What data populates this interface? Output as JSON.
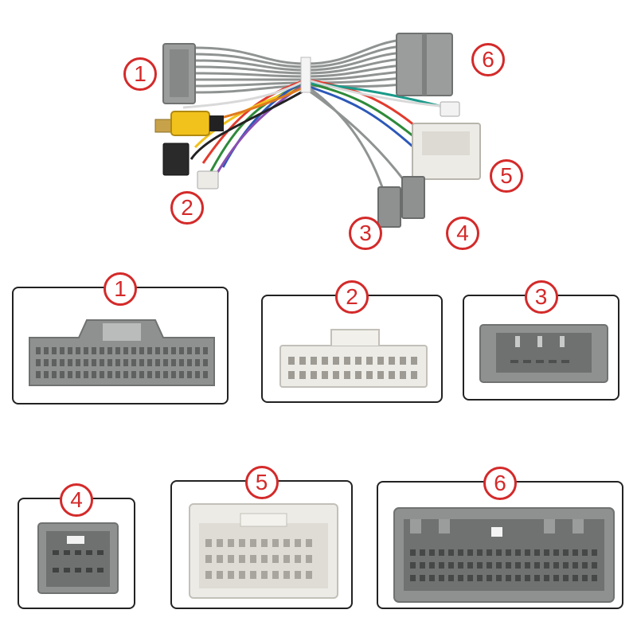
{
  "harness": {
    "connectors": [
      {
        "id": "1",
        "label": "1"
      },
      {
        "id": "2",
        "label": "2"
      },
      {
        "id": "3",
        "label": "3"
      },
      {
        "id": "4",
        "label": "4"
      },
      {
        "id": "5",
        "label": "5"
      },
      {
        "id": "6",
        "label": "6"
      }
    ]
  },
  "panels": [
    {
      "label": "1",
      "color": "grey"
    },
    {
      "label": "2",
      "color": "white"
    },
    {
      "label": "3",
      "color": "grey"
    },
    {
      "label": "4",
      "color": "grey"
    },
    {
      "label": "5",
      "color": "white"
    },
    {
      "label": "6",
      "color": "grey"
    }
  ],
  "colors": {
    "badge": "#d42a2a",
    "grey_connector": "#8e9190",
    "white_connector": "#ecebe6",
    "frame": "#222222"
  }
}
